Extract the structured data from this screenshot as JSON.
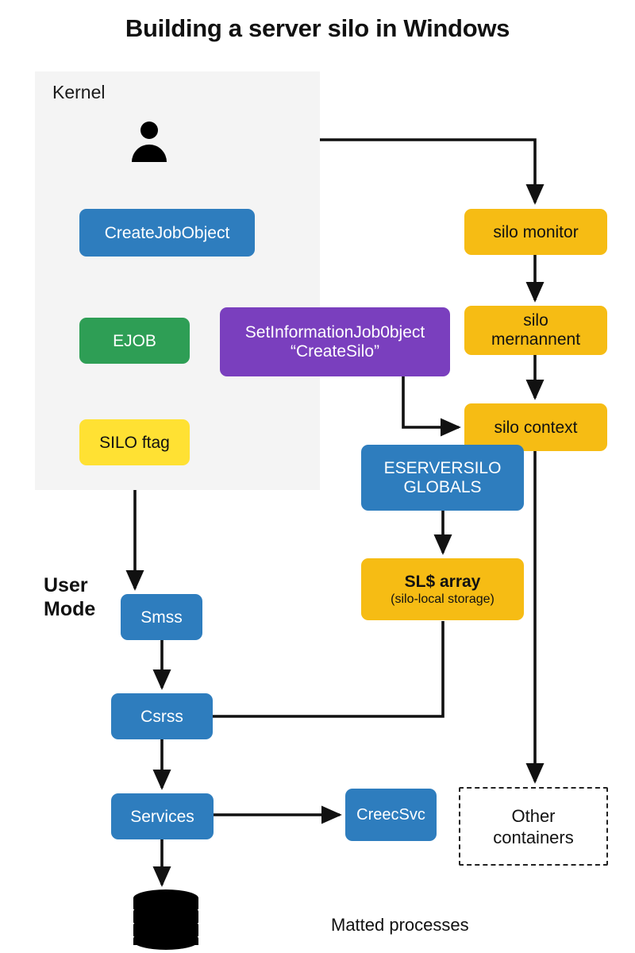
{
  "title": "Building a server silo in Windows",
  "regions": {
    "kernel_label": "Kernel",
    "user_mode_label": "User\nMode",
    "matted_label": "Matted processes"
  },
  "nodes": {
    "createjobobject": {
      "label": "CreateJobObject",
      "color": "#2e7dbe"
    },
    "ejob": {
      "label": "EJOB",
      "color": "#2e9e55"
    },
    "setinfo_line1": "SetInformationJob0bject",
    "setinfo_line2": "“CreateSilo”",
    "siloftag": {
      "label": "SILO ftag",
      "color": "#ffe133"
    },
    "silomonitor": {
      "label": "silo monitor",
      "color": "#f6bc14"
    },
    "silomernannent_line1": "silo",
    "silomernannent_line2": "mernannent",
    "silocontext": {
      "label": "silo context",
      "color": "#f6bc14"
    },
    "eserversilo_line1": "ESERVERSILO",
    "eserversilo_line2": "GLOBALS",
    "slarray_line1": "SL$ array",
    "slarray_line2": "(silo-local storage)",
    "smss": {
      "label": "Smss",
      "color": "#2e7dbe"
    },
    "csrss": {
      "label": "Csrss",
      "color": "#2e7dbe"
    },
    "services": {
      "label": "Services",
      "color": "#2e7dbe"
    },
    "creecsvc": {
      "label": "CreecSvc",
      "color": "#2e7dbe"
    },
    "othercontainers_line1": "Other",
    "othercontainers_line2": "containers"
  },
  "icons": {
    "person": "user-icon",
    "database": "database-cylinder-icon"
  },
  "colors": {
    "blue": "#2e7dbe",
    "green": "#2e9e55",
    "purple": "#7a3fbe",
    "amber": "#f6bc14",
    "yellow": "#ffe133",
    "panel": "#f4f4f4",
    "line": "#111111"
  }
}
